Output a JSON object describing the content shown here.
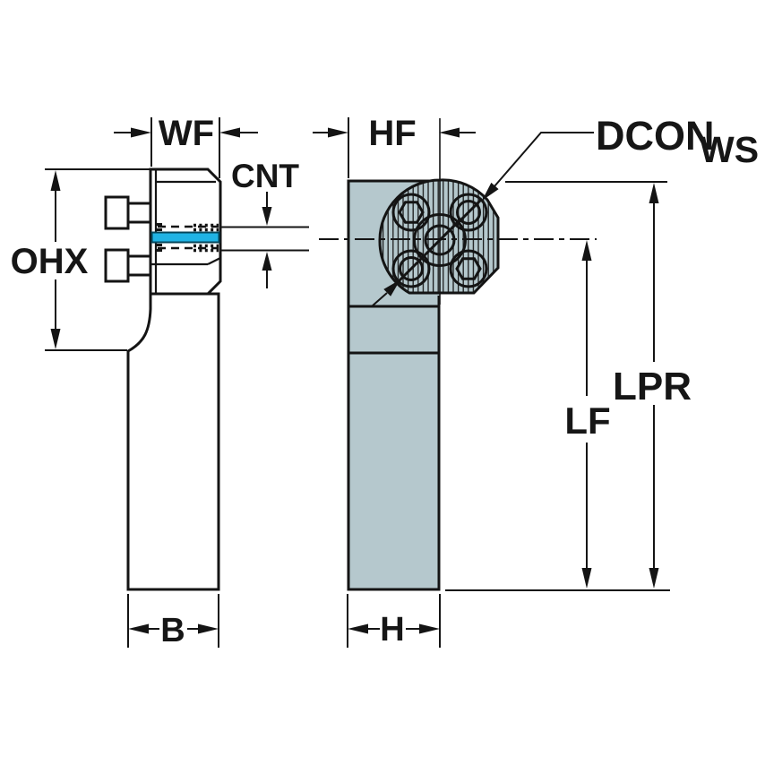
{
  "diagram": {
    "kind": "technical-dimension-drawing",
    "views": {
      "side": {
        "dimension_labels": {
          "wf": "WF",
          "cnt": "CNT",
          "ohx": "OHX",
          "b": "B"
        }
      },
      "front": {
        "dimension_labels": {
          "hf": "HF",
          "dcon": "DCON",
          "ws": "WS",
          "lpr": "LPR",
          "lf": "LF",
          "h": "H"
        }
      }
    },
    "colors": {
      "body_fill": "#b5c8cd",
      "outline": "#141414",
      "highlight_band": "#20b3e4",
      "background": "#ffffff"
    }
  }
}
